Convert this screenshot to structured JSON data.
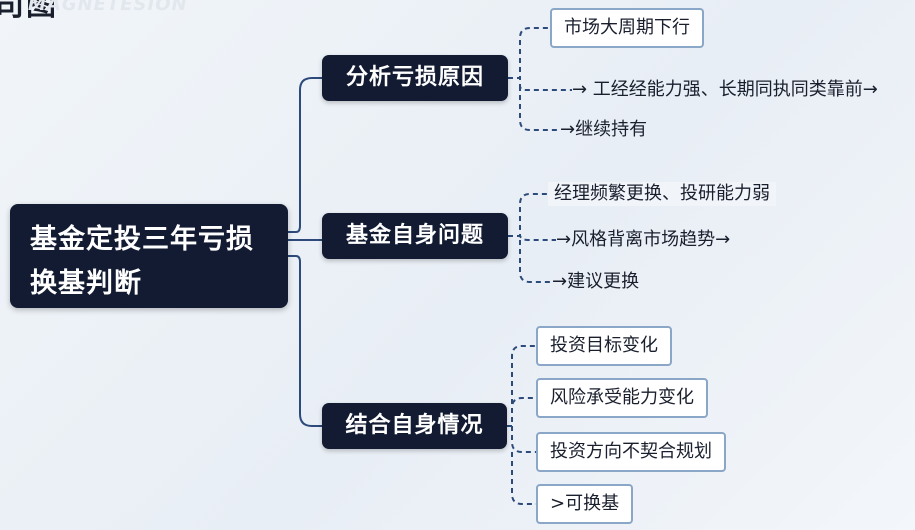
{
  "header": {
    "title_fragment": "司图",
    "watermark": "MAGNETESION"
  },
  "mindmap": {
    "root": "基金定投三年亏损换基判断",
    "root_lines": [
      "基金定投三年亏损",
      "换基判断"
    ],
    "branches": [
      {
        "label": "分析亏损原因",
        "children": [
          {
            "text": "市场大周期下行",
            "boxed": true
          },
          {
            "text": "→ 工经经能力强、长期同执同类靠前→",
            "boxed": false
          },
          {
            "text": "→继续持有",
            "boxed": false
          }
        ]
      },
      {
        "label": "基金自身问题",
        "children": [
          {
            "text": "经理频繁更换、投研能力弱",
            "boxed": false
          },
          {
            "text": "→风格背离市场趋势→",
            "boxed": false
          },
          {
            "text": "→建议更换",
            "boxed": false
          }
        ]
      },
      {
        "label": "结合自身情况",
        "children": [
          {
            "text": "投资目标变化",
            "boxed": true
          },
          {
            "text": "风险承受能力变化",
            "boxed": true
          },
          {
            "text": "投资方向不契合规划",
            "boxed": true
          },
          {
            "text": ">可换基",
            "boxed": true
          }
        ]
      }
    ]
  },
  "colors": {
    "node_fill": "#121b32",
    "connector": "#2c4a7a",
    "leaf_border": "#8aa7c8",
    "background": "#eef2f7"
  }
}
